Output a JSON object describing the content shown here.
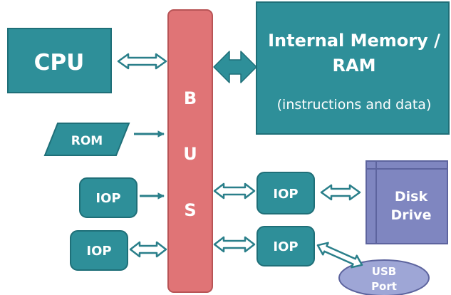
{
  "colors": {
    "teal": "#2e8f99",
    "teal_stroke": "#1f6f78",
    "bus": "#e07476",
    "bus_stroke": "#b85456",
    "disk": "#7f86c0",
    "disk_stroke": "#5d649e",
    "usb": "#9ea6d6",
    "arrow_fill": "#ffffff",
    "arrow_stroke": "#2a7f8a"
  },
  "cpu": {
    "label": "CPU"
  },
  "ram": {
    "line1": "Internal Memory /",
    "line2": "RAM",
    "line3": "(instructions and data)"
  },
  "rom": {
    "label": "ROM"
  },
  "bus": {
    "letters": [
      "B",
      "U",
      "S"
    ]
  },
  "iop": {
    "label": "IOP"
  },
  "disk": {
    "line1": "Disk",
    "line2": "Drive"
  },
  "usb": {
    "line1": "USB",
    "line2": "Port"
  }
}
